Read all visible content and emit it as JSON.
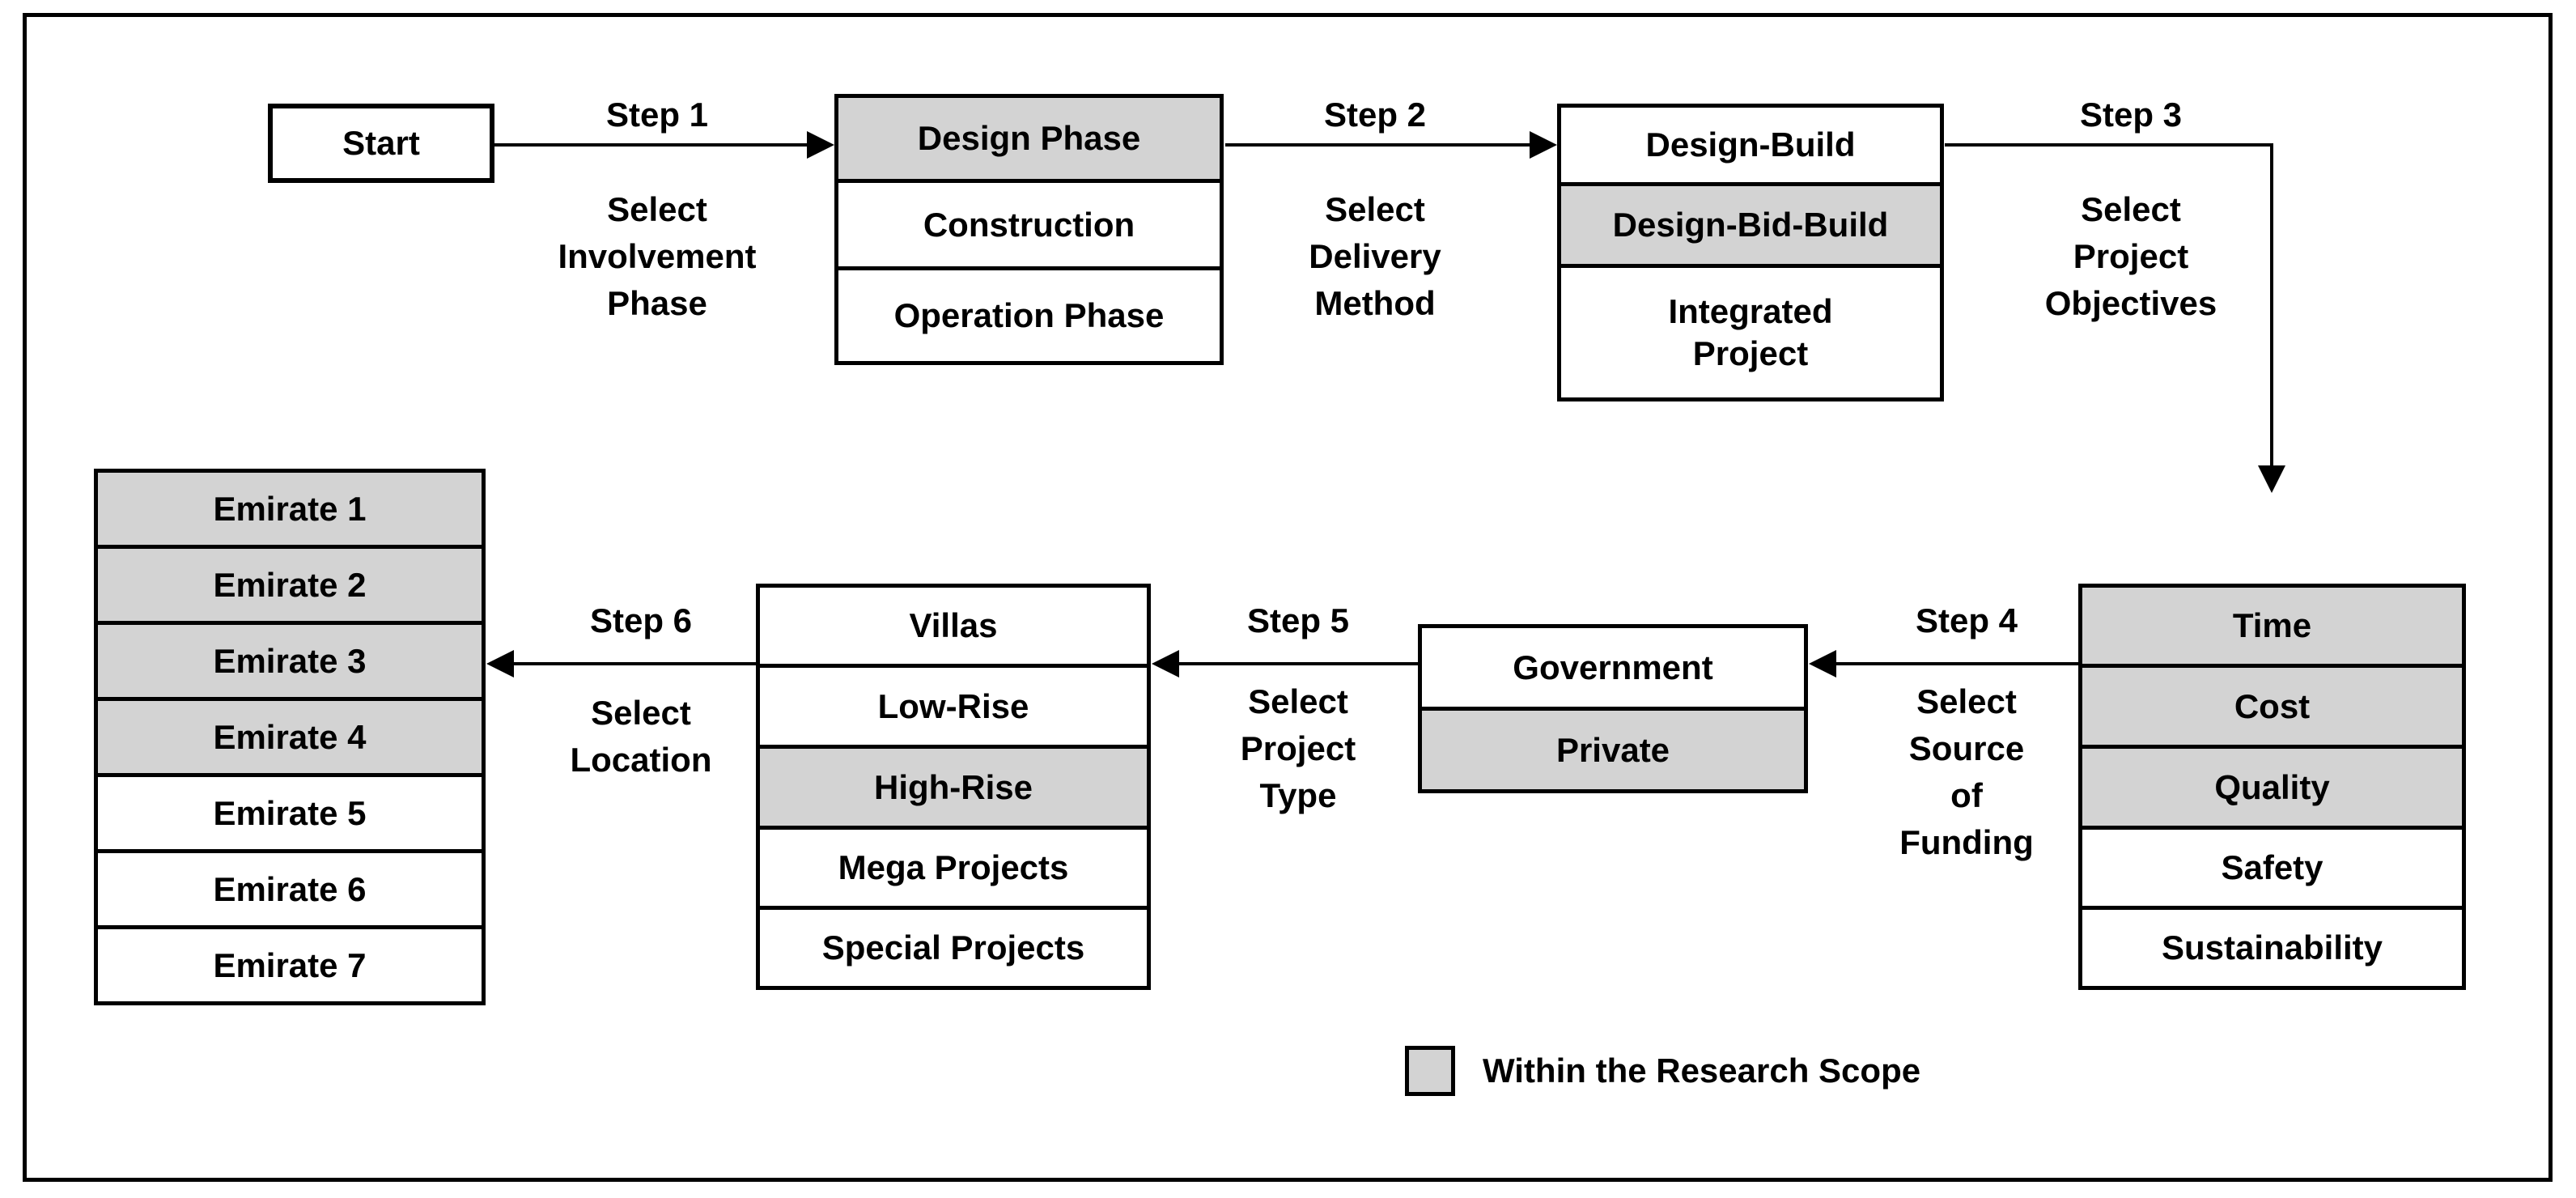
{
  "figure": {
    "start_label": "Start",
    "steps": [
      {
        "label": "Step 1",
        "description": "Select\nInvolvement\nPhase"
      },
      {
        "label": "Step 2",
        "description": "Select\nDelivery\nMethod"
      },
      {
        "label": "Step 3",
        "description": "Select\nProject\nObjectives"
      },
      {
        "label": "Step 4",
        "description": "Select\nSource\nof\nFunding"
      },
      {
        "label": "Step 5",
        "description": "Select\nProject\nType"
      },
      {
        "label": "Step 6",
        "description": "Select\nLocation"
      }
    ],
    "stacks": {
      "involvement_phase": {
        "items": [
          {
            "label": "Design Phase",
            "in_scope": true
          },
          {
            "label": "Construction",
            "in_scope": false
          },
          {
            "label": "Operation Phase",
            "in_scope": false
          }
        ]
      },
      "delivery_method": {
        "items": [
          {
            "label": "Design-Build",
            "in_scope": false
          },
          {
            "label": "Design-Bid-Build",
            "in_scope": true
          },
          {
            "label": "Integrated Project",
            "in_scope": false
          }
        ]
      },
      "project_objectives": {
        "items": [
          {
            "label": "Time",
            "in_scope": true
          },
          {
            "label": "Cost",
            "in_scope": true
          },
          {
            "label": "Quality",
            "in_scope": true
          },
          {
            "label": "Safety",
            "in_scope": false
          },
          {
            "label": "Sustainability",
            "in_scope": false
          }
        ]
      },
      "funding_source": {
        "items": [
          {
            "label": "Government",
            "in_scope": false
          },
          {
            "label": "Private",
            "in_scope": true
          }
        ]
      },
      "project_type": {
        "items": [
          {
            "label": "Villas",
            "in_scope": false
          },
          {
            "label": "Low-Rise",
            "in_scope": false
          },
          {
            "label": "High-Rise",
            "in_scope": true
          },
          {
            "label": "Mega Projects",
            "in_scope": false
          },
          {
            "label": "Special Projects",
            "in_scope": false
          }
        ]
      },
      "location": {
        "items": [
          {
            "label": "Emirate 1",
            "in_scope": true
          },
          {
            "label": "Emirate 2",
            "in_scope": true
          },
          {
            "label": "Emirate 3",
            "in_scope": true
          },
          {
            "label": "Emirate 4",
            "in_scope": true
          },
          {
            "label": "Emirate 5",
            "in_scope": false
          },
          {
            "label": "Emirate 6",
            "in_scope": false
          },
          {
            "label": "Emirate 7",
            "in_scope": false
          }
        ]
      }
    },
    "legend": {
      "label": "Within the Research Scope",
      "swatch_color": "#d3d3d3"
    },
    "colors": {
      "in_scope_fill": "#d3d3d3",
      "default_fill": "#ffffff",
      "line": "#000000"
    }
  }
}
